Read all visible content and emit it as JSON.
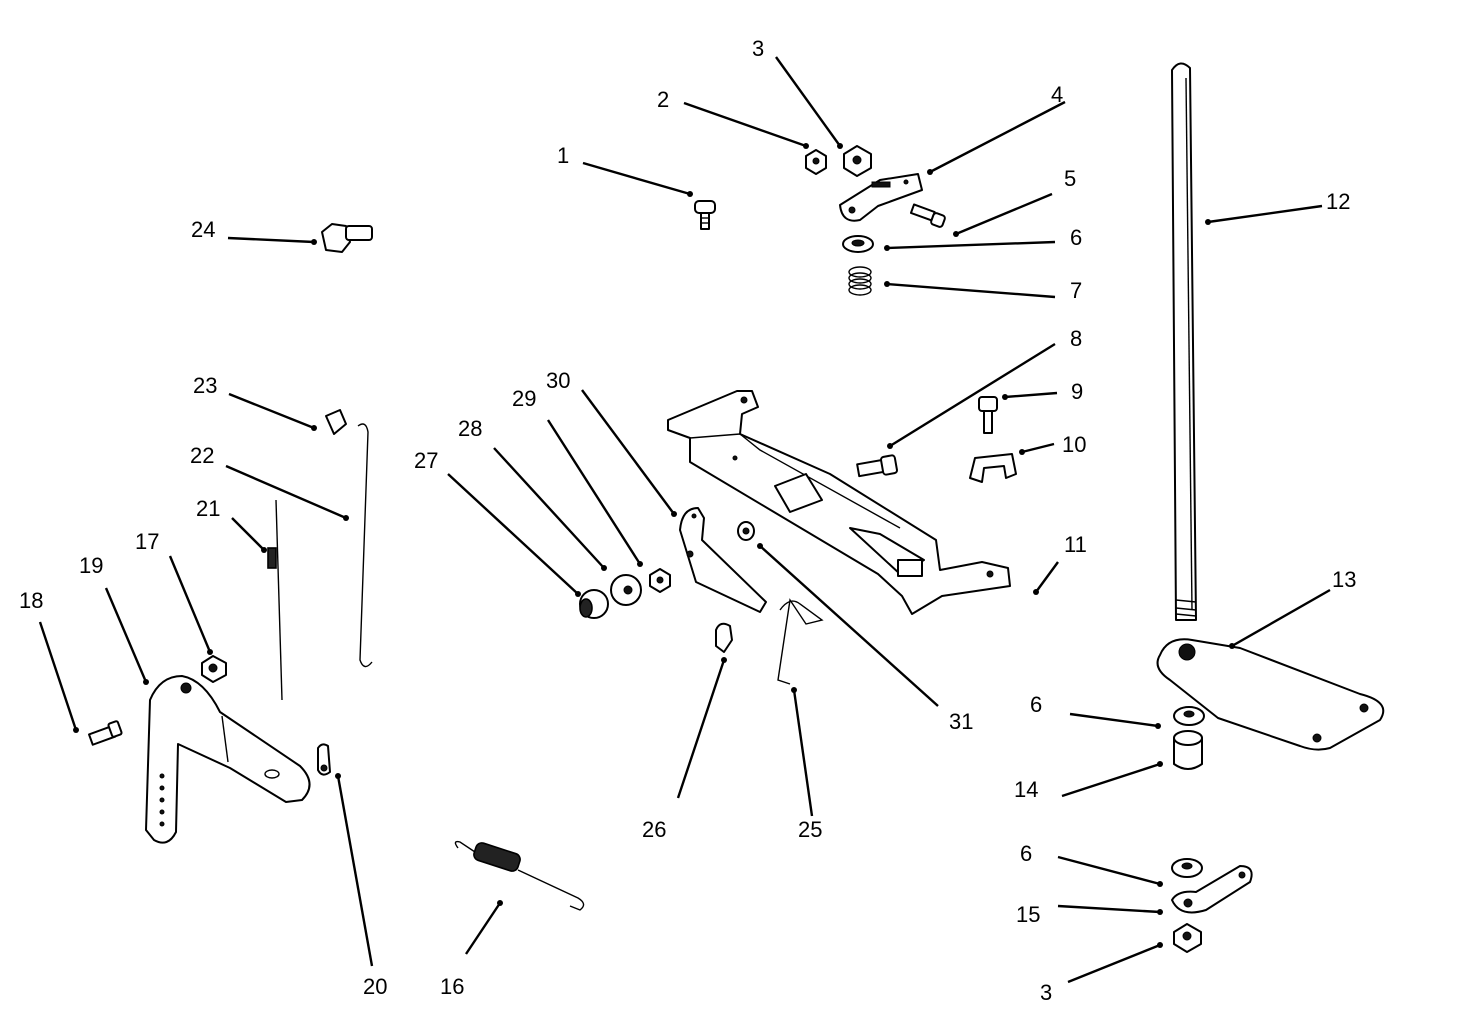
{
  "diagram": {
    "callouts": [
      {
        "id": "c1",
        "label": "1"
      },
      {
        "id": "c2",
        "label": "2"
      },
      {
        "id": "c3a",
        "label": "3"
      },
      {
        "id": "c4",
        "label": "4"
      },
      {
        "id": "c5",
        "label": "5"
      },
      {
        "id": "c6a",
        "label": "6"
      },
      {
        "id": "c7",
        "label": "7"
      },
      {
        "id": "c8",
        "label": "8"
      },
      {
        "id": "c9",
        "label": "9"
      },
      {
        "id": "c10",
        "label": "10"
      },
      {
        "id": "c11",
        "label": "11"
      },
      {
        "id": "c12",
        "label": "12"
      },
      {
        "id": "c13",
        "label": "13"
      },
      {
        "id": "c6b",
        "label": "6"
      },
      {
        "id": "c14",
        "label": "14"
      },
      {
        "id": "c6c",
        "label": "6"
      },
      {
        "id": "c15",
        "label": "15"
      },
      {
        "id": "c3b",
        "label": "3"
      },
      {
        "id": "c16",
        "label": "16"
      },
      {
        "id": "c17",
        "label": "17"
      },
      {
        "id": "c18",
        "label": "18"
      },
      {
        "id": "c19",
        "label": "19"
      },
      {
        "id": "c20",
        "label": "20"
      },
      {
        "id": "c21",
        "label": "21"
      },
      {
        "id": "c22",
        "label": "22"
      },
      {
        "id": "c23",
        "label": "23"
      },
      {
        "id": "c24",
        "label": "24"
      },
      {
        "id": "c25",
        "label": "25"
      },
      {
        "id": "c26",
        "label": "26"
      },
      {
        "id": "c27",
        "label": "27"
      },
      {
        "id": "c28",
        "label": "28"
      },
      {
        "id": "c29",
        "label": "29"
      },
      {
        "id": "c30",
        "label": "30"
      },
      {
        "id": "c31",
        "label": "31"
      }
    ]
  }
}
